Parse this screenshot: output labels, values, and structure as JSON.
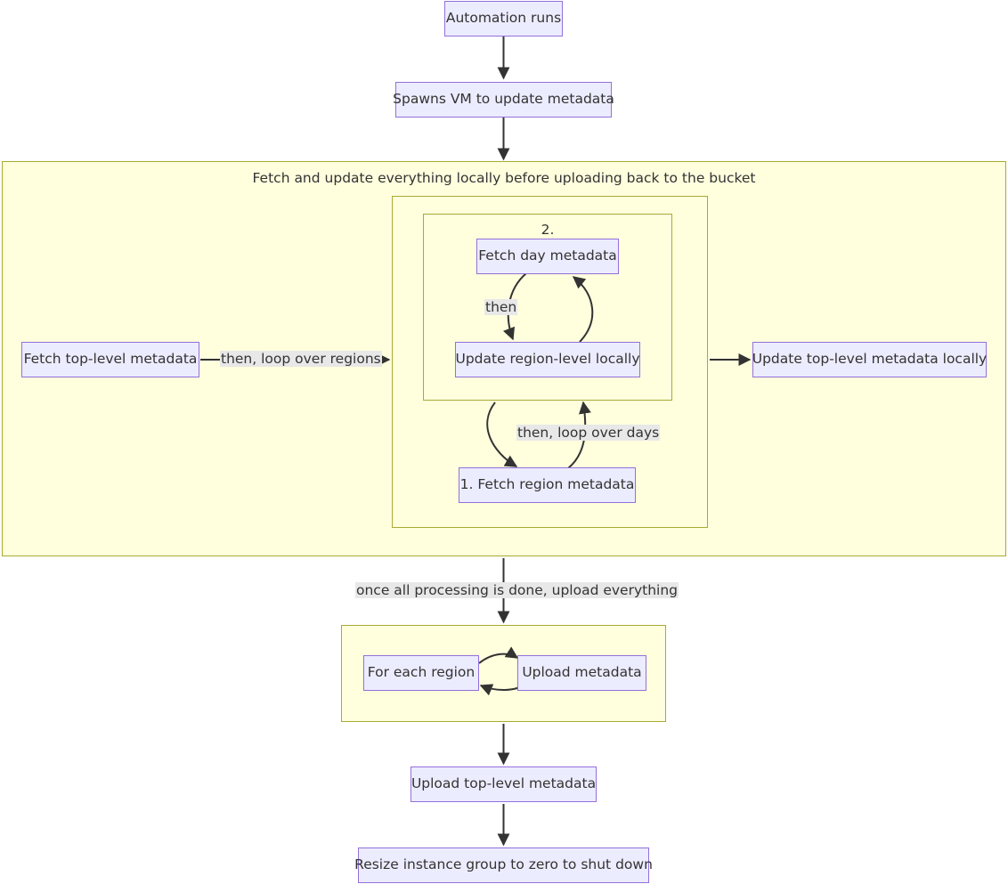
{
  "diagram": {
    "type": "flowchart",
    "title": "Metadata update automation flowchart",
    "colors": {
      "node_fill": "#ececff",
      "node_border": "#9370db",
      "cluster_fill": "#ffffde",
      "cluster_border": "#aaaa33",
      "edge_stroke": "#333333",
      "edge_label_bg": "#e8e8e8",
      "text": "#333333"
    },
    "nodes": [
      {
        "id": "automation_runs",
        "label": "Automation runs"
      },
      {
        "id": "spawns_vm",
        "label": "Spawns VM to update metadata"
      },
      {
        "id": "fetch_top_level",
        "label": "Fetch top-level metadata"
      },
      {
        "id": "fetch_day_metadata",
        "label": "Fetch day metadata"
      },
      {
        "id": "update_region_local",
        "label": "Update region-level locally"
      },
      {
        "id": "fetch_region_metadata",
        "label": "1. Fetch region metadata"
      },
      {
        "id": "update_top_level_local",
        "label": "Update top-level metadata locally"
      },
      {
        "id": "for_each_region",
        "label": "For each region"
      },
      {
        "id": "upload_metadata",
        "label": "Upload metadata"
      },
      {
        "id": "upload_top_level",
        "label": "Upload top-level metadata"
      },
      {
        "id": "resize_instance_group",
        "label": "Resize instance group to zero to shut down"
      }
    ],
    "clusters": [
      {
        "id": "fetch_update_cluster",
        "title": "Fetch and update everything locally before uploading back to the bucket"
      },
      {
        "id": "region_loop_cluster",
        "title": ""
      },
      {
        "id": "day_loop_cluster",
        "title": "2."
      },
      {
        "id": "upload_cluster",
        "title": ""
      }
    ],
    "edges": [
      {
        "from": "automation_runs",
        "to": "spawns_vm",
        "label": ""
      },
      {
        "from": "spawns_vm",
        "to": "fetch_update_cluster",
        "label": ""
      },
      {
        "from": "fetch_top_level",
        "to": "region_loop_cluster",
        "label": "then, loop over regions"
      },
      {
        "from": "fetch_day_metadata",
        "to": "update_region_local",
        "label": "then"
      },
      {
        "from": "update_region_local",
        "to": "fetch_day_metadata",
        "label": ""
      },
      {
        "from": "day_loop_cluster",
        "to": "fetch_region_metadata",
        "label": ""
      },
      {
        "from": "fetch_region_metadata",
        "to": "day_loop_cluster",
        "label": "then, loop over days"
      },
      {
        "from": "region_loop_cluster",
        "to": "update_top_level_local",
        "label": ""
      },
      {
        "from": "fetch_update_cluster",
        "to": "upload_cluster",
        "label": "once all processing is done, upload everything"
      },
      {
        "from": "for_each_region",
        "to": "upload_metadata",
        "label": ""
      },
      {
        "from": "upload_metadata",
        "to": "for_each_region",
        "label": ""
      },
      {
        "from": "upload_cluster",
        "to": "upload_top_level",
        "label": ""
      },
      {
        "from": "upload_top_level",
        "to": "resize_instance_group",
        "label": ""
      }
    ],
    "edge_labels": {
      "loop_over_regions": "then, loop over regions",
      "then": "then",
      "loop_over_days": "then, loop over days",
      "upload_everything": "once all processing is done, upload everything"
    }
  }
}
